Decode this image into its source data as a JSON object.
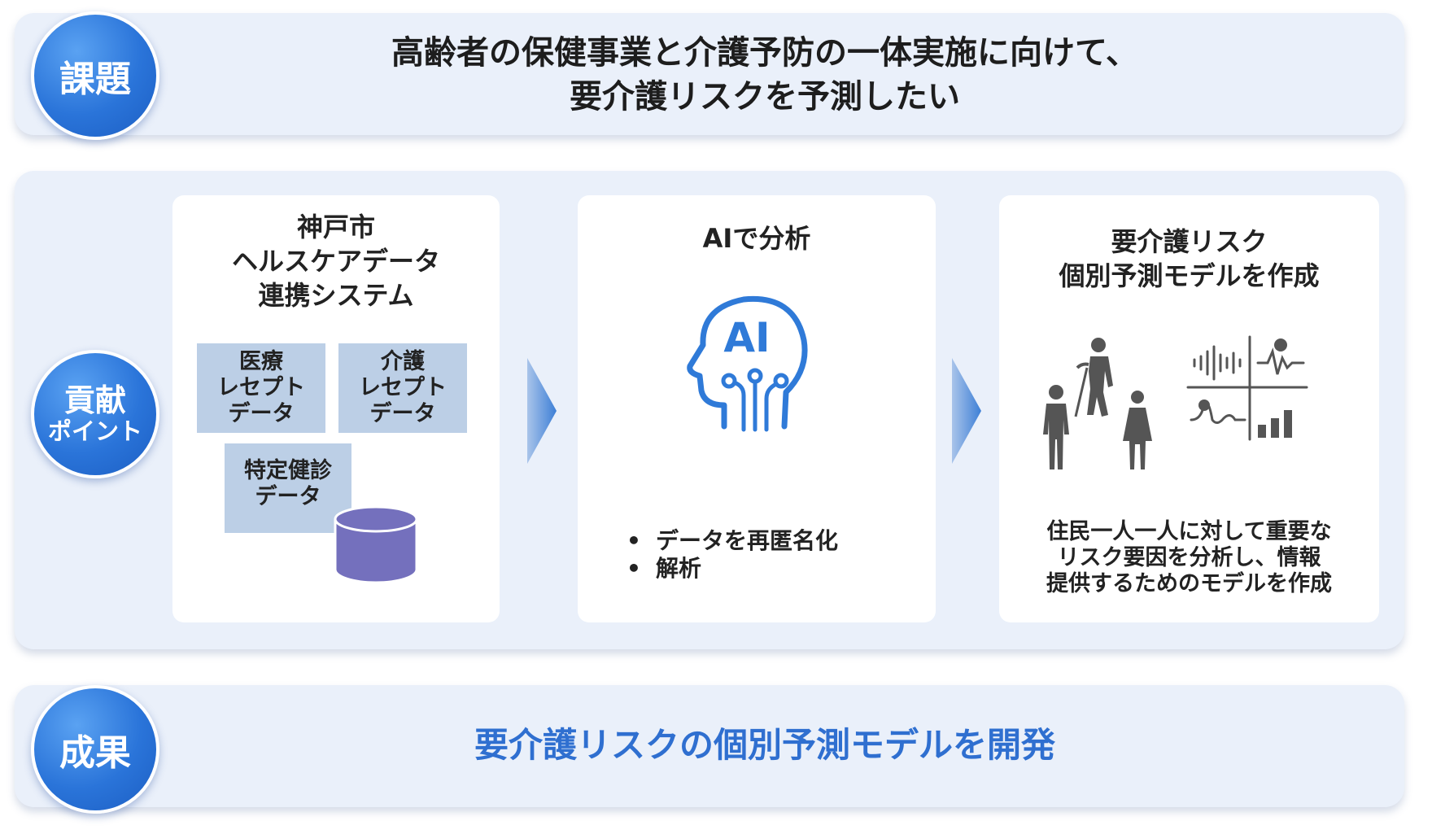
{
  "issue": {
    "badge": "課題",
    "line1": "高齢者の保健事業と介護予防の一体実施に向けて、",
    "line2": "要介護リスクを予測したい"
  },
  "contribution": {
    "badge_line1": "貢献",
    "badge_line2": "ポイント",
    "data_card": {
      "title_line1": "神戸市",
      "title_line2": "ヘルスケアデータ",
      "title_line3": "連携システム",
      "boxes": [
        {
          "line1": "医療",
          "line2": "レセプト",
          "line3": "データ"
        },
        {
          "line1": "介護",
          "line2": "レセプト",
          "line3": "データ"
        },
        {
          "line1": "特定健診",
          "line2": "データ"
        }
      ],
      "database_icon": "database-icon"
    },
    "ai_card": {
      "title": "AIで分析",
      "icon_text": "AI",
      "bullets": [
        "データを再匿名化",
        "解析"
      ],
      "bullet_mark": "•"
    },
    "model_card": {
      "title_line1": "要介護リスク",
      "title_line2": "個別予測モデルを作成",
      "desc_line1": "住民一人一人に対して重要な",
      "desc_line2": "リスク要因を分析し、情報",
      "desc_line3": "提供するためのモデルを作成"
    }
  },
  "result": {
    "badge": "成果",
    "text": "要介護リスクの個別予測モデルを開発"
  },
  "colors": {
    "panel_bg": "#eaf0fa",
    "badge_blue": "#2a74d9",
    "data_box": "#bccfe6",
    "database": "#7470bd",
    "ai_icon": "#2f7ad8",
    "people": "#555555",
    "result_text": "#2f6fd0"
  }
}
